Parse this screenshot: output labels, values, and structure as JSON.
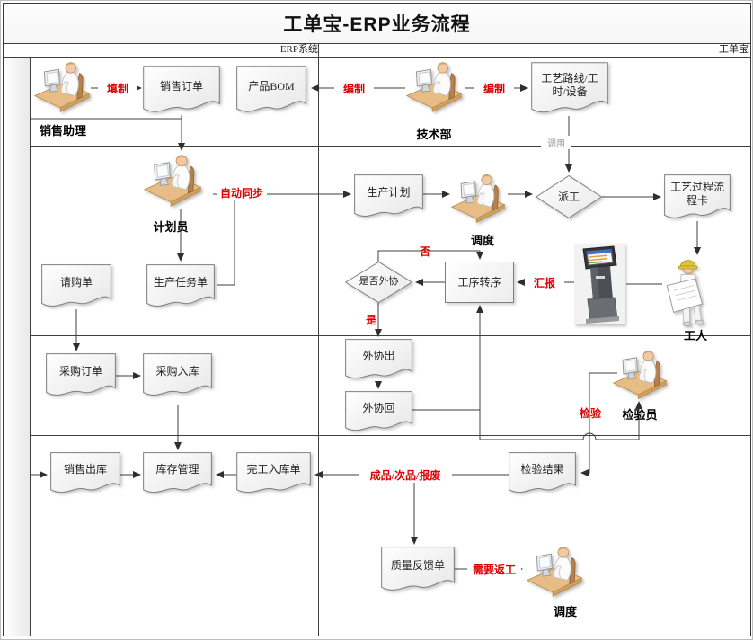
{
  "title": "工单宝-ERP业务流程",
  "lanes": {
    "left_header": "ERP系统",
    "right_header": "工单宝"
  },
  "nodes": {
    "sales_order": "销售订单",
    "product_bom": "产品BOM",
    "process_route": "工艺路线/工时/设备",
    "production_plan": "生产计划",
    "dispatch": "派工",
    "process_flow_card": "工艺过程流程卡",
    "purchase_request": "请购单",
    "production_task": "生产任务单",
    "is_outsourced": "是否外协",
    "process_transfer": "工序转序",
    "outsource_out": "外协出",
    "outsource_return": "外协回",
    "purchase_order": "采购订单",
    "purchase_inbound": "采购入库",
    "sales_outbound": "销售出库",
    "inventory_mgmt": "库存管理",
    "completion_inbound": "完工入库单",
    "inspection_result": "检验结果",
    "quality_feedback": "质量反馈单"
  },
  "roles": {
    "sales_assistant": "销售助理",
    "tech_dept": "技术部",
    "planner": "计划员",
    "dispatcher": "调度",
    "worker": "工人",
    "inspector": "检验员",
    "dispatcher2": "调度"
  },
  "edge_labels": {
    "fill_in": "填制",
    "compile_bom": "编制",
    "compile_route": "编制",
    "invoke": "调用",
    "auto_sync": "自动同步",
    "no": "否",
    "yes": "是",
    "report": "汇报",
    "inspect": "检验",
    "result_types": "成品/次品/报废",
    "need_rework": "需要返工"
  },
  "colors": {
    "accent_red": "#dd0000",
    "line": "#3f3f3f",
    "shape_border": "#7f7f7f",
    "muted_label": "#9a9a9a",
    "desk_tan": "#e7bd85",
    "helmet_yellow": "#dfc13f"
  }
}
